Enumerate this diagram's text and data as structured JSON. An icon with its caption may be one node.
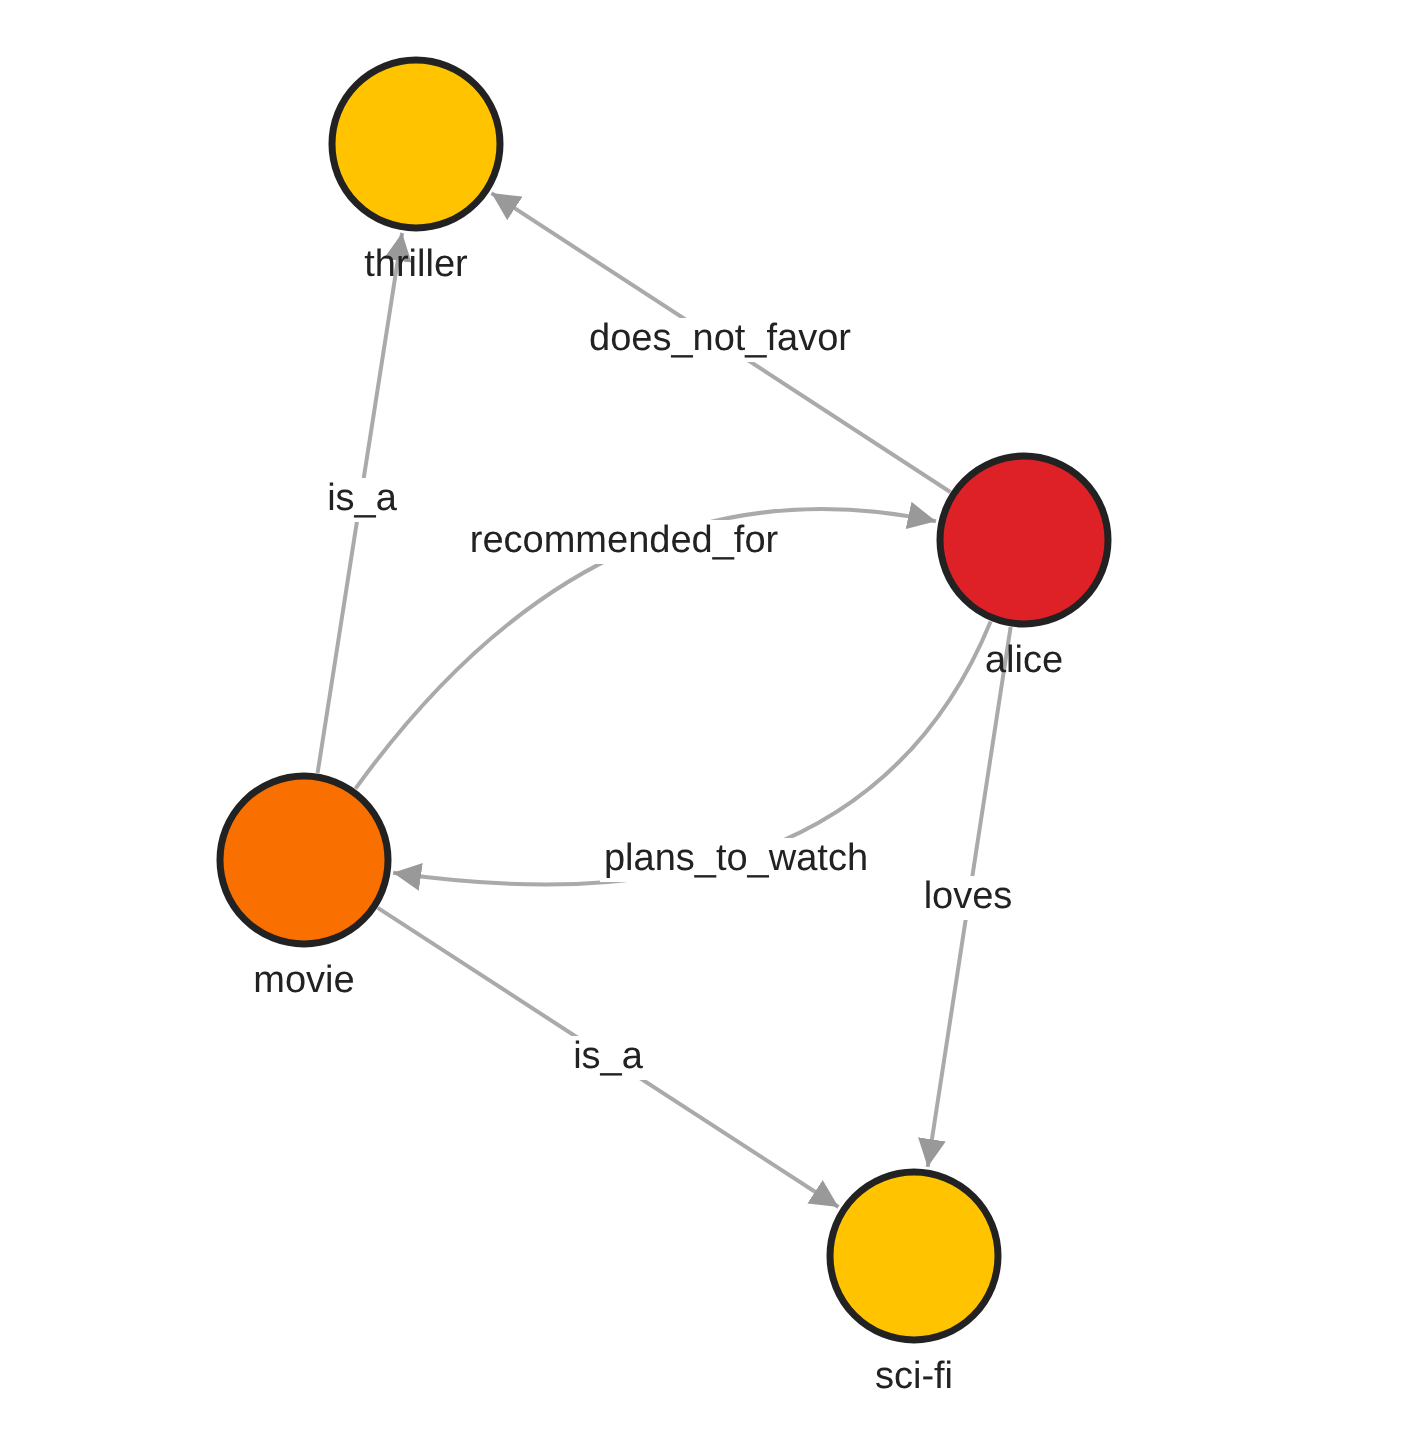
{
  "diagram": {
    "nodes": [
      {
        "text": [
          "thriller"
        ]
      },
      {
        "text": [
          "alice"
        ]
      },
      {
        "text": [
          "movie"
        ]
      },
      {
        "text": [
          "sci-fi"
        ]
      }
    ],
    "edges": [
      {
        "from": 1,
        "to": 0,
        "arrow": "to",
        "label": "does_not_favor"
      },
      {
        "from": 2,
        "to": 0,
        "arrow": "to",
        "label": "is_a"
      },
      {
        "from": 2,
        "to": 1,
        "arrow": "to",
        "label": "recommended_for"
      },
      {
        "from": 1,
        "to": 2,
        "arrow": "to",
        "label": "plans_to_watch"
      },
      {
        "from": 2,
        "to": 3,
        "arrow": "to",
        "label": "is_a"
      },
      {
        "from": 1,
        "to": 3,
        "arrow": "to",
        "label": "loves"
      }
    ]
  }
}
